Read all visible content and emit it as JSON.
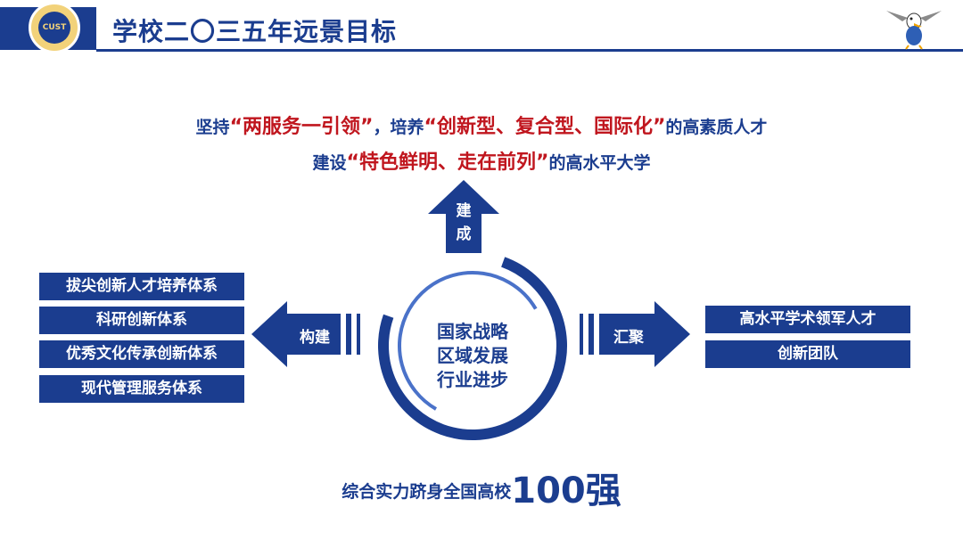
{
  "header": {
    "title": "学校二〇三五年远景目标",
    "logo_text": "CUST"
  },
  "slogans": {
    "line1": {
      "p1": "坚持",
      "h1": "“两服务一引领”",
      "p2": "，培养",
      "h2": "“创新型、复合型、国际化”",
      "p3": "的高素质人才"
    },
    "line2": {
      "p1": "建设",
      "h1": "“特色鲜明、走在前列”",
      "p2": "的高水平大学"
    }
  },
  "center": {
    "lines": [
      "国家战略",
      "区域发展",
      "行业进步"
    ]
  },
  "arrows": {
    "up": [
      "建",
      "成"
    ],
    "left": "构建",
    "right": "汇聚"
  },
  "left_boxes": [
    "拔尖创新人才培养体系",
    "科研创新体系",
    "优秀文化传承创新体系",
    "现代管理服务体系"
  ],
  "right_boxes": [
    "高水平学术领军人才",
    "创新团队"
  ],
  "bottom": {
    "text": "综合实力跻身全国高校",
    "highlight": "100强"
  },
  "colors": {
    "primary": "#1b3d8f",
    "highlight": "#c0161e"
  }
}
